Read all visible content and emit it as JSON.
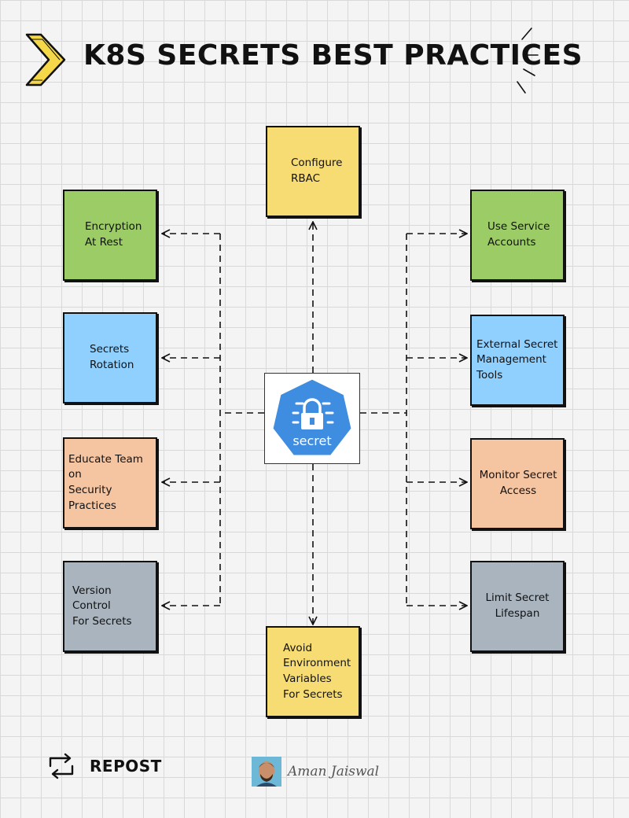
{
  "title": "K8S SECRETS BEST PRACTICES",
  "center": {
    "label": "secret",
    "icon": "lock-icon"
  },
  "nodes": {
    "configure_rbac": "Configure\nRBAC",
    "encryption_at_rest": "Encryption\nAt Rest",
    "secrets_rotation": "Secrets\nRotation",
    "educate_team": "Educate Team on\nSecurity\nPractices",
    "version_control": "Version Control\nFor Secrets",
    "use_service_accounts": "Use Service\nAccounts",
    "external_secret_tools": "External Secret\nManagement\nTools",
    "monitor_secret_access": "Monitor Secret\nAccess",
    "limit_secret_lifespan": "Limit Secret\nLifespan",
    "avoid_env_vars": "Avoid\nEnvironment\nVariables\nFor Secrets"
  },
  "footer": {
    "repost": "REPOST",
    "author": "Aman Jaiswal"
  },
  "colors": {
    "yellow": "#f7dc73",
    "green": "#9ccc65",
    "blue": "#8fd0ff",
    "peach": "#f5c4a1",
    "gray": "#a9b4be",
    "k8s_blue": "#3f8de0",
    "ink": "#111111"
  }
}
